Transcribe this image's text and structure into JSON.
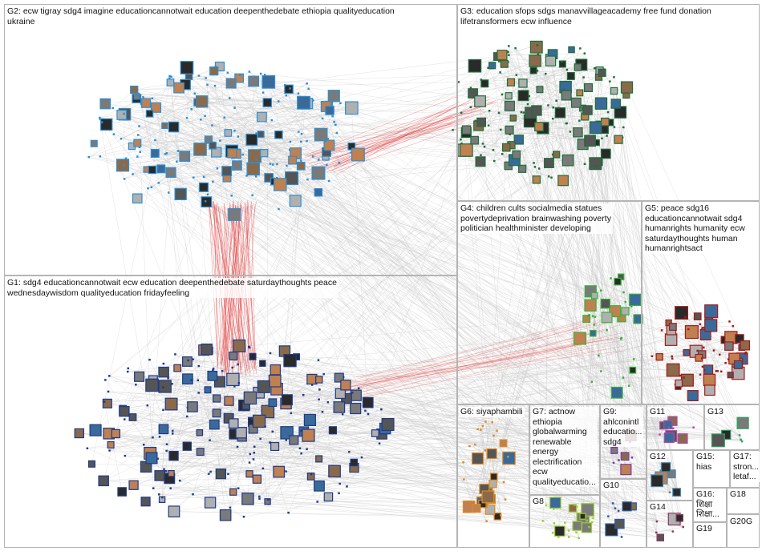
{
  "groups": [
    {
      "id": "G1",
      "label": "G1: sdg4 educationcannotwait ecw education deepenthedebate saturdaythoughts peace\nwednesdaywisdom qualityeducation fridayfeeling",
      "color": "#1f3a8a"
    },
    {
      "id": "G2",
      "label": "G2: ecw tigray sdg4 imagine educationcannotwait education deepenthedebate ethiopia qualityeducation\nukraine",
      "color": "#2b8fd6"
    },
    {
      "id": "G3",
      "label": "G3: education sfops sdgs manavvillageacademy free fund donation\nlifetransformers ecw influence",
      "color": "#1d6e3a"
    },
    {
      "id": "G4",
      "label": "G4: children cults socialmedia statues\npovertydeprivation brainwashing poverty\npolitician healthminister developing",
      "color": "#36b336"
    },
    {
      "id": "G5",
      "label": "G5: peace sdg16\neducationcannotwait sdg4\nhumanrights humanity ecw\nsaturdaythoughts human\nhumanrightsact",
      "color": "#a11c1c"
    },
    {
      "id": "G6",
      "label": "G6: siyaphambili",
      "color": "#e08a1e"
    },
    {
      "id": "G7",
      "label": "G7: actnow\nethiopia\nglobalwarming\nrenewable\nenergy\nelectrification\necw\nqualityeducatio...",
      "color": "#8a7a20"
    },
    {
      "id": "G8",
      "label": "G8",
      "color": "#9ccc34"
    },
    {
      "id": "G9",
      "label": "G9:\nahlconintl\neducatio...\nsdg4",
      "color": "#7a3aa8"
    },
    {
      "id": "G10",
      "label": "G10",
      "color": "#2a5aa8"
    },
    {
      "id": "G11",
      "label": "G11",
      "color": "#b04ab0"
    },
    {
      "id": "G12",
      "label": "G12",
      "color": "#4a8ab0"
    },
    {
      "id": "G13",
      "label": "G13",
      "color": "#30a060"
    },
    {
      "id": "G14",
      "label": "G14",
      "color": "#8a3a60"
    },
    {
      "id": "G15",
      "label": "G15:\nhias",
      "color": "#5a5a5a"
    },
    {
      "id": "G16",
      "label": "G16:\nशिक्षा\nशिक्षा...",
      "color": "#6a4a2a"
    },
    {
      "id": "G17",
      "label": "G17:\nstron...\nletaf...",
      "color": "#3a6a3a"
    },
    {
      "id": "G18",
      "label": "G18",
      "color": "#7a2a2a"
    },
    {
      "id": "G19",
      "label": "G19",
      "color": "#4a4a8a"
    },
    {
      "id": "G20",
      "label": "G20G",
      "color": "#2a7a7a"
    }
  ],
  "colors": {
    "edge": "#c8c8c8",
    "inter_edge": "#e23b3b",
    "box_border": "#b4b4b4"
  }
}
